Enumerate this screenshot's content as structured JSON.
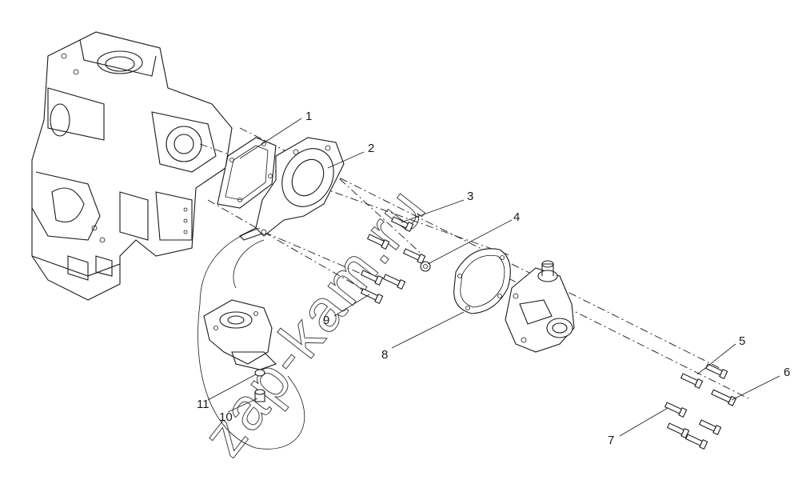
{
  "diagram": {
    "callouts": [
      {
        "num": "1"
      },
      {
        "num": "2"
      },
      {
        "num": "3"
      },
      {
        "num": "4"
      },
      {
        "num": "5"
      },
      {
        "num": "6"
      },
      {
        "num": "7"
      },
      {
        "num": "8"
      },
      {
        "num": "9"
      },
      {
        "num": "10"
      },
      {
        "num": "11"
      }
    ],
    "watermark": "zap-kam.ru"
  }
}
